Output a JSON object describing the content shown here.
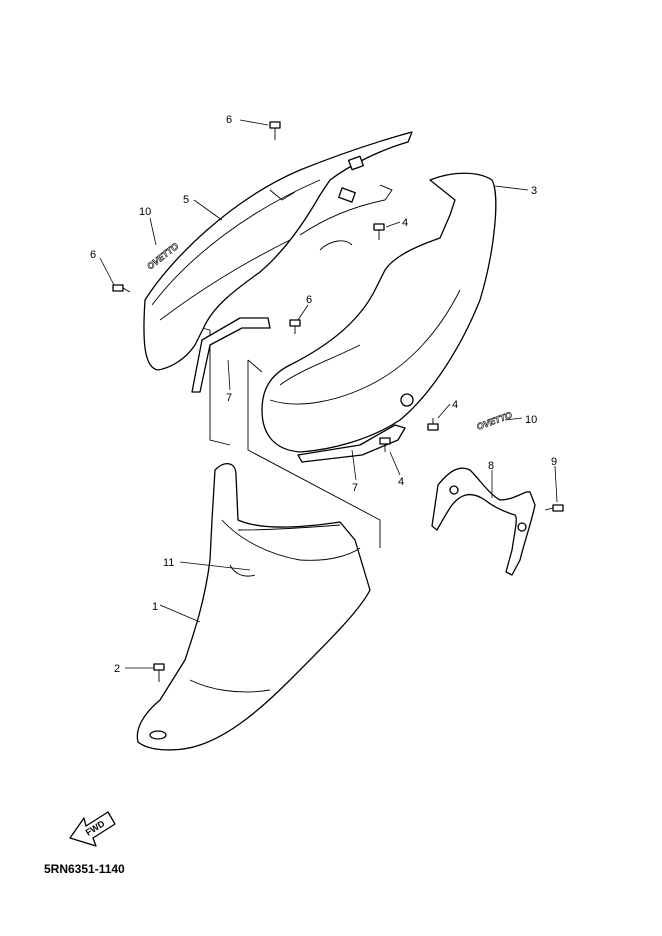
{
  "diagram_code": "5RN6351-1140",
  "emblem_text": "OVETTO",
  "fwd_label": "FWD",
  "callouts": [
    {
      "id": "c6a",
      "label": "6"
    },
    {
      "id": "c5",
      "label": "5"
    },
    {
      "id": "c10a",
      "label": "10"
    },
    {
      "id": "c6b",
      "label": "6"
    },
    {
      "id": "c6c",
      "label": "6"
    },
    {
      "id": "c7a",
      "label": "7"
    },
    {
      "id": "c3",
      "label": "3"
    },
    {
      "id": "c4a",
      "label": "4"
    },
    {
      "id": "c4b",
      "label": "4"
    },
    {
      "id": "c10b",
      "label": "10"
    },
    {
      "id": "c4c",
      "label": "4"
    },
    {
      "id": "c7b",
      "label": "7"
    },
    {
      "id": "c8",
      "label": "8"
    },
    {
      "id": "c9",
      "label": "9"
    },
    {
      "id": "c11",
      "label": "11"
    },
    {
      "id": "c1",
      "label": "1"
    },
    {
      "id": "c2",
      "label": "2"
    }
  ]
}
